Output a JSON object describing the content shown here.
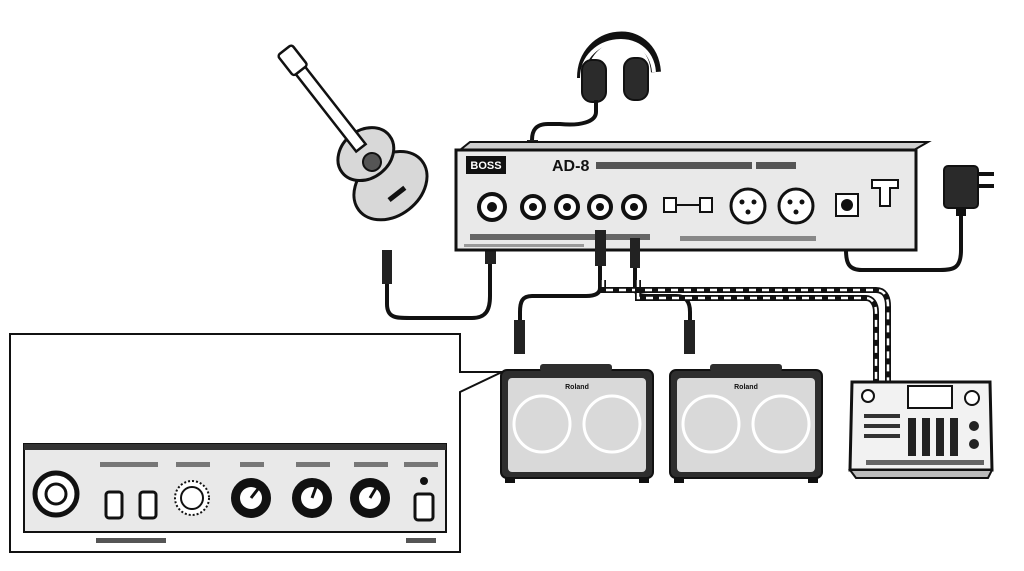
{
  "colors": {
    "ink": "#111111",
    "panel": "#e9e9e9",
    "panel_dark": "#3a3a3a",
    "speaker_grille": "#dcdcdc",
    "background": "#ffffff"
  },
  "labels": {
    "brand": "BOSS",
    "model": "AD-8",
    "amp_brand_1": "Roland",
    "amp_brand_2": "Roland"
  },
  "icons": {
    "guitar": "acoustic-guitar-icon",
    "headphones": "headphones-icon",
    "adapter": "ac-adapter-icon",
    "mixer": "mixer-icon",
    "amp": "amplifier-icon"
  }
}
